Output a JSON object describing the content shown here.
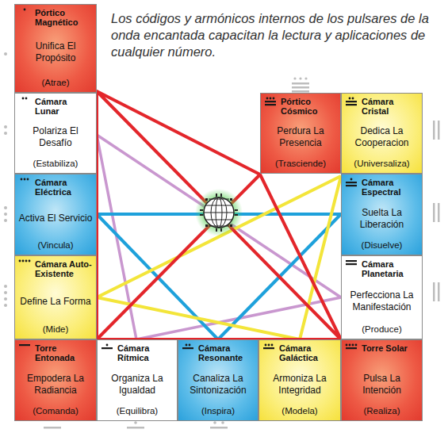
{
  "diagram": {
    "caption": "Los códigos y armónicos internos de los pulsares de la onda encantada capacitan la lectura y aplicaciones de cualquier número.",
    "nodes": [
      {
        "text": [
          "Pórtico Magnético",
          "Unifica El Propósito",
          "(Atrae)"
        ]
      },
      {
        "text": [
          "Cámara Lunar",
          "Polariza El Desafío",
          "(Estabiliza)"
        ]
      },
      {
        "text": [
          "Cámara Eléctrica",
          "Activa El Servicio",
          "(Vincula)"
        ]
      },
      {
        "text": [
          "Cámara Auto-Existente",
          "Define La Forma",
          "(Mide)"
        ]
      },
      {
        "text": [
          "Torre Entonada",
          "Empodera La Radiancia",
          "(Comanda)"
        ]
      },
      {
        "text": [
          "Cámara Rítmica",
          "Organiza La Igualdad",
          "(Equilibra)"
        ]
      },
      {
        "text": [
          "Cámara Resonante",
          "Canaliza La Sintonización",
          "(Inspira)"
        ]
      },
      {
        "text": [
          "Cámara Galáctica",
          "Armoniza La Integridad",
          "(Modela)"
        ]
      },
      {
        "text": [
          "Torre Solar",
          "Pulsa La Intención",
          "(Realiza)"
        ]
      },
      {
        "text": [
          "Cámara Planetaria",
          "Perfecciona La Manifestación",
          "(Produce)"
        ]
      },
      {
        "text": [
          "Cámara Espectral",
          "Suelta La Liberación",
          "(Disuelve)"
        ]
      },
      {
        "text": [
          "Cámara Cristal",
          "Dedica La Cooperacion",
          "(Universaliza)"
        ]
      },
      {
        "text": [
          "Pórtico Cósmico",
          "Perdura La Presencia",
          "(Trasciende)"
        ]
      }
    ]
  }
}
